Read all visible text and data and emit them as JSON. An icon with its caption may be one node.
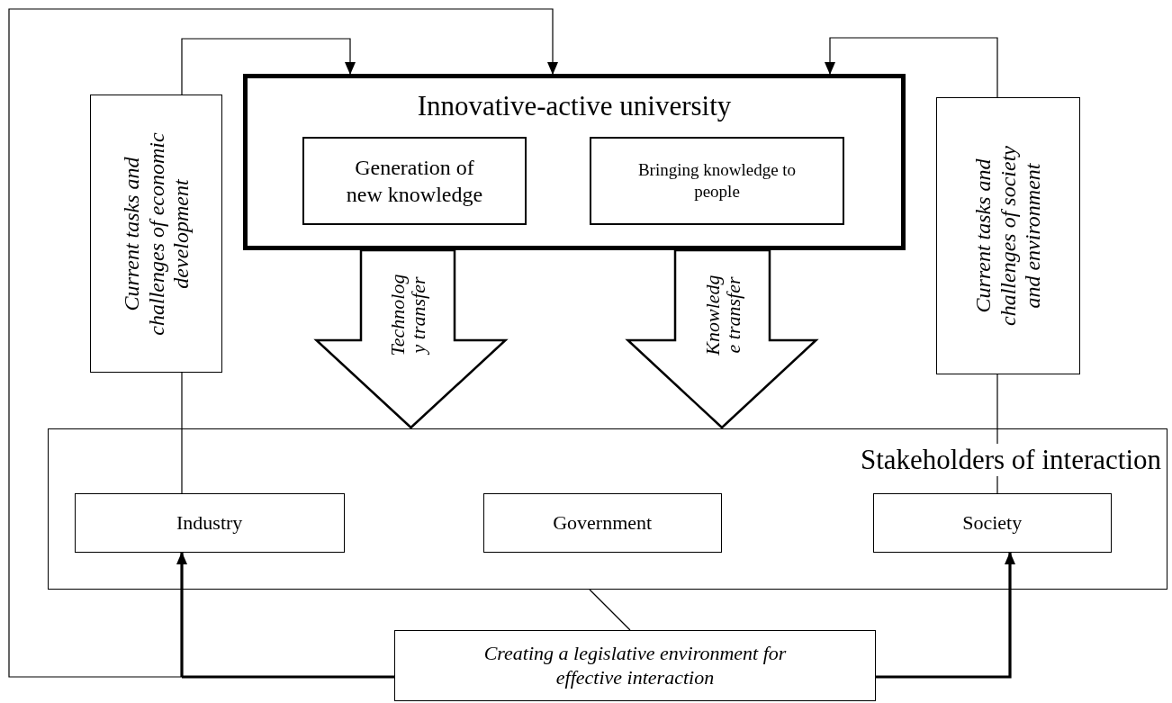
{
  "diagram": {
    "nodes": [
      {
        "text": [
          "Innovative-active university"
        ]
      },
      {
        "text": [
          "Generation of new knowledge"
        ],
        "in": 0
      },
      {
        "text": [
          "Bringing knowledge to people"
        ],
        "in": 0
      },
      {
        "text": [
          "Technolog y transfer"
        ]
      },
      {
        "text": [
          "Knowledg e transfer"
        ]
      },
      {
        "text": [
          "Current tasks and challenges of economic development"
        ]
      },
      {
        "text": [
          "Current tasks and challenges of society and environment"
        ]
      },
      {
        "text": [
          "Stakeholders of interaction"
        ]
      },
      {
        "text": [
          "Industry"
        ],
        "in": 7
      },
      {
        "text": [
          "Government"
        ],
        "in": 7
      },
      {
        "text": [
          "Society"
        ],
        "in": 7
      },
      {
        "text": [
          "Creating a legislative environment for effective interaction"
        ]
      }
    ],
    "edges": [
      {
        "from": 5,
        "to": 0,
        "arrow": "to"
      },
      {
        "from": 11,
        "to": 0,
        "arrow": "to"
      },
      {
        "from": 6,
        "to": 0,
        "arrow": "to"
      },
      {
        "from": 8,
        "to": 5,
        "arrow": "none"
      },
      {
        "from": 10,
        "to": 6,
        "arrow": "none"
      },
      {
        "from": 7,
        "to": 11,
        "arrow": "none"
      },
      {
        "from": 11,
        "to": 8,
        "arrow": "to",
        "style": "thick"
      },
      {
        "from": 11,
        "to": 10,
        "arrow": "to",
        "style": "thick"
      }
    ]
  }
}
